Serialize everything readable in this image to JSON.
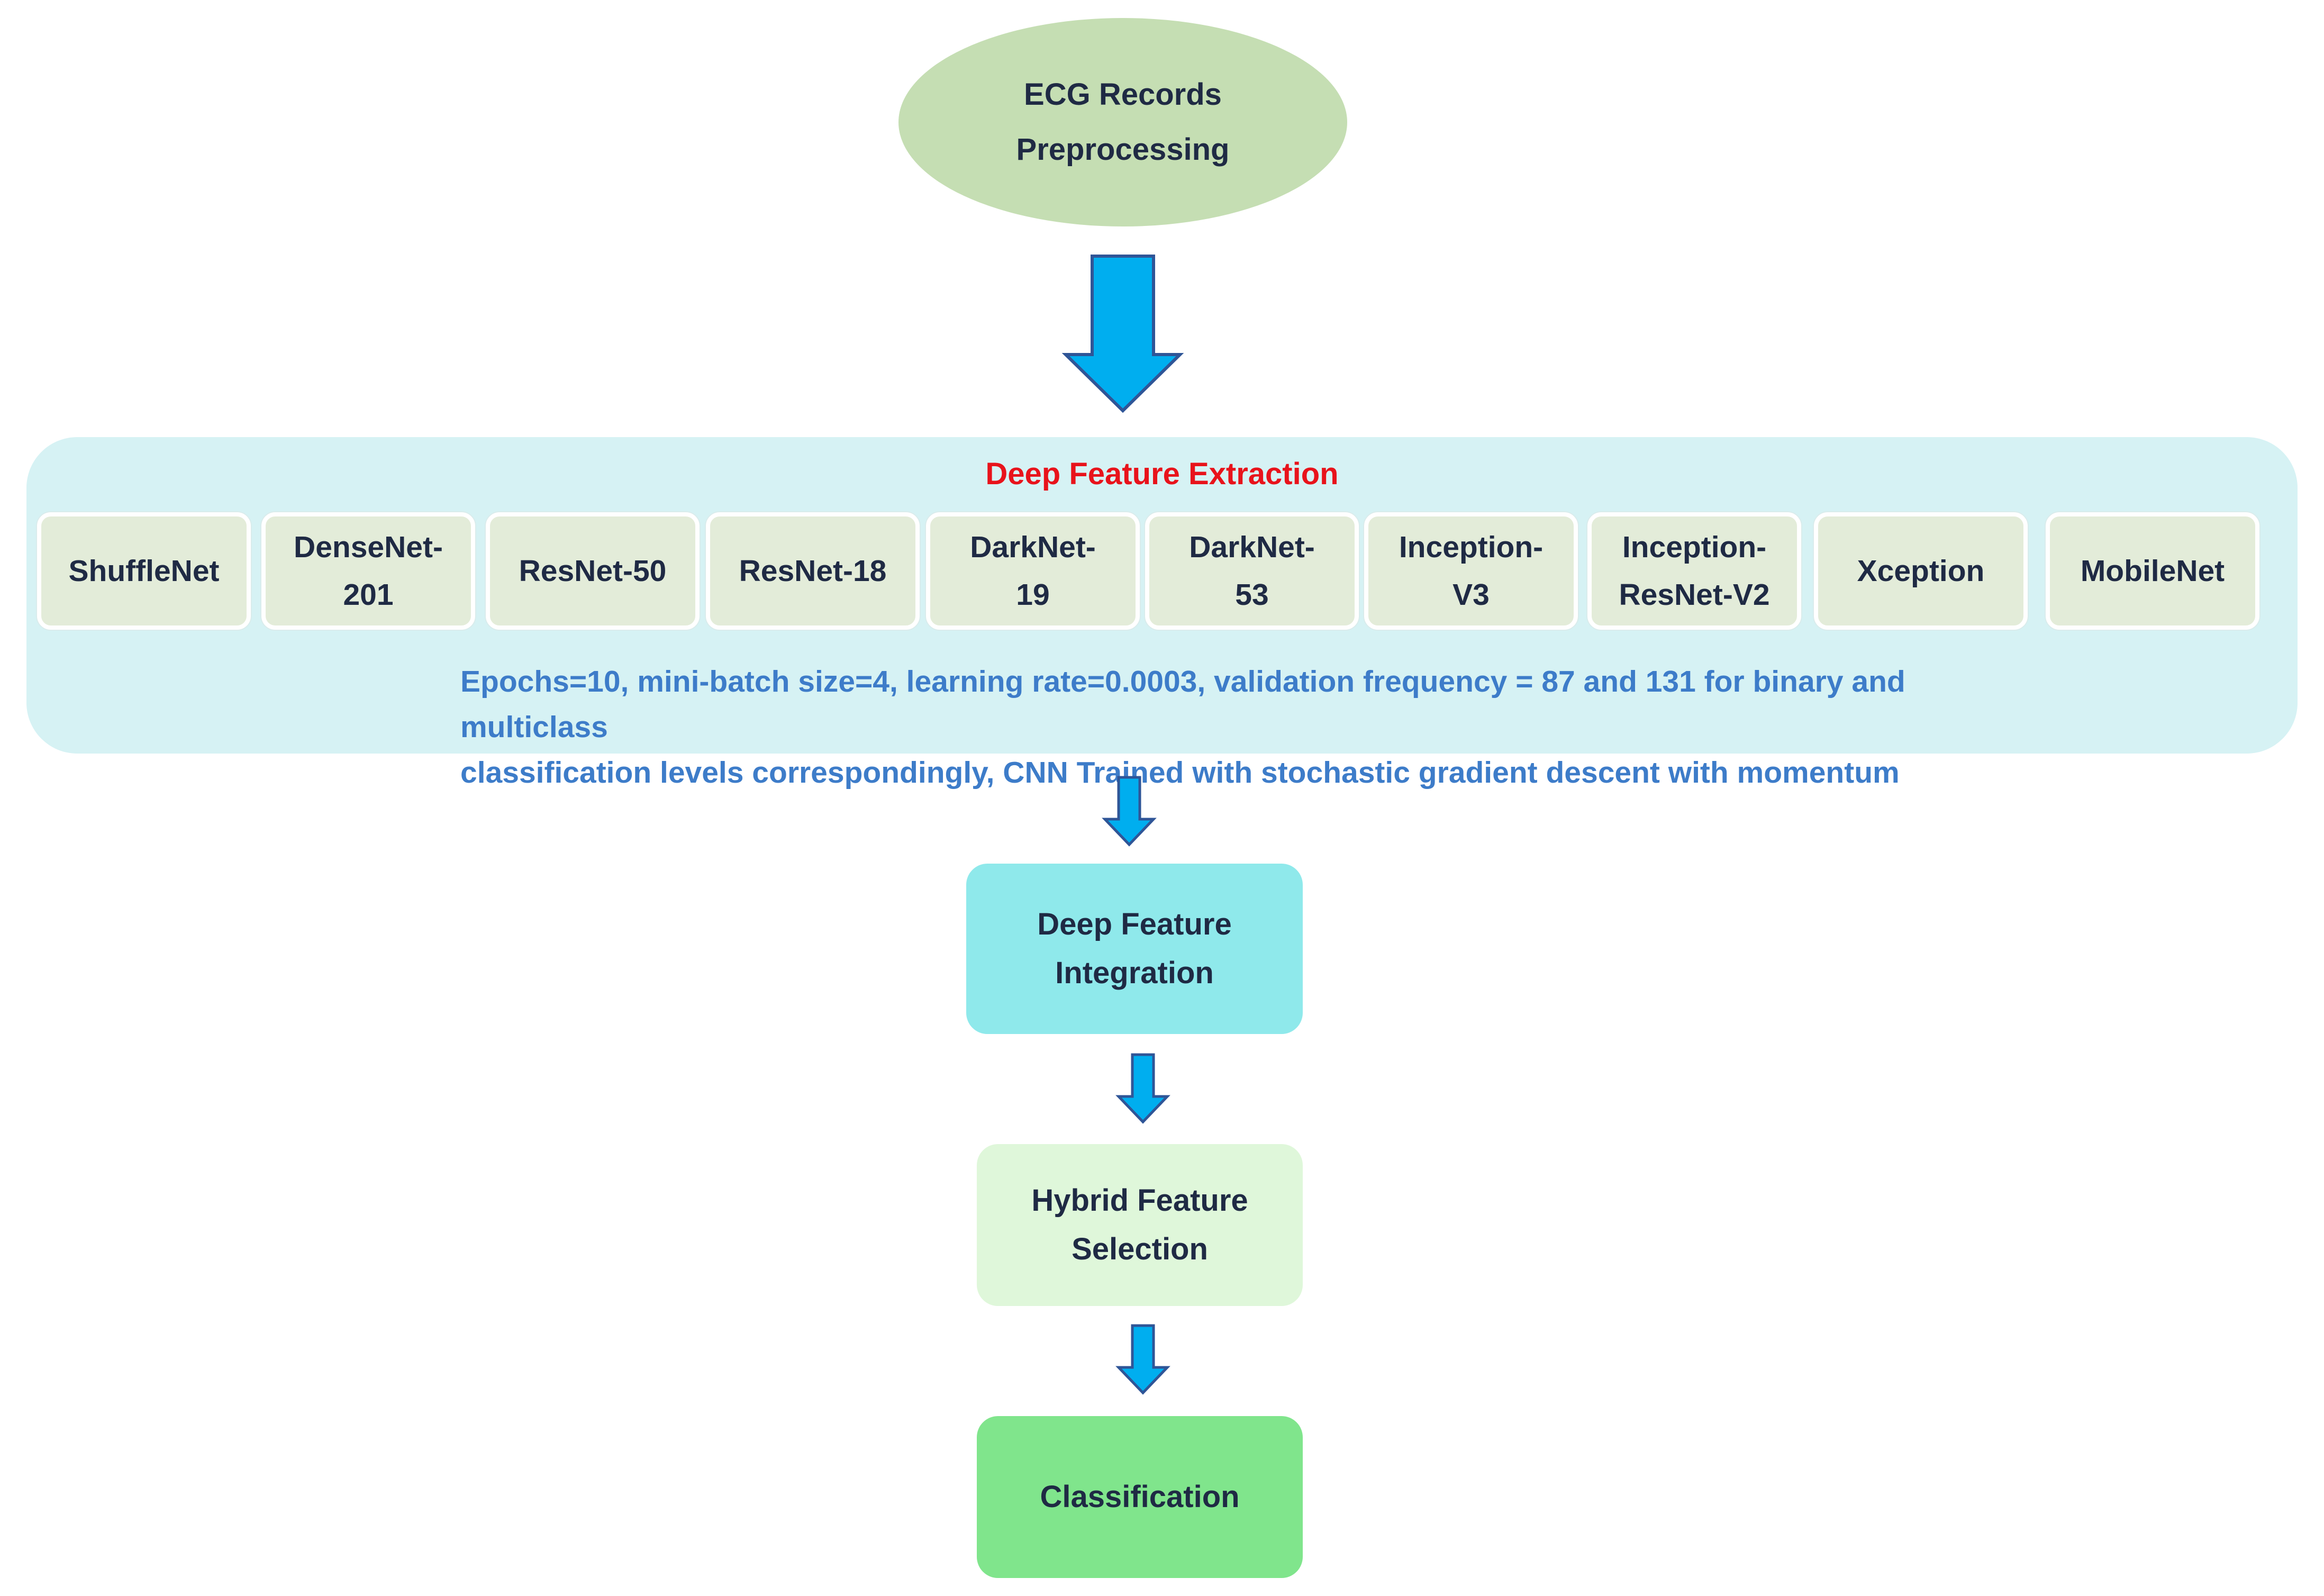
{
  "input": {
    "line1": "ECG Records",
    "line2": "Preprocessing"
  },
  "extraction": {
    "title": "Deep Feature Extraction",
    "models": [
      {
        "line1": "ShuffleNet",
        "line2": ""
      },
      {
        "line1": "DenseNet-",
        "line2": "201"
      },
      {
        "line1": "ResNet-50",
        "line2": ""
      },
      {
        "line1": "ResNet-18",
        "line2": ""
      },
      {
        "line1": "DarkNet-",
        "line2": "19"
      },
      {
        "line1": "DarkNet-",
        "line2": "53"
      },
      {
        "line1": "Inception-",
        "line2": "V3"
      },
      {
        "line1": "Inception-",
        "line2": "ResNet-V2"
      },
      {
        "line1": "Xception",
        "line2": ""
      },
      {
        "line1": "MobileNet",
        "line2": ""
      }
    ],
    "params_line1": "Epochs=10, mini-batch size=4, learning rate=0.0003, validation frequency = 87 and 131 for binary and multiclass",
    "params_line2": "classification levels correspondingly, CNN Trained with stochastic gradient descent with momentum"
  },
  "integration": {
    "line1": "Deep Feature",
    "line2": "Integration"
  },
  "selection": {
    "line1": "Hybrid Feature",
    "line2": "Selection"
  },
  "classification": {
    "label": "Classification"
  },
  "colors": {
    "arrow_fill": "#00aeef",
    "arrow_stroke": "#2f5597",
    "title_red": "#e8131b",
    "params_blue": "#3d7cc9"
  }
}
